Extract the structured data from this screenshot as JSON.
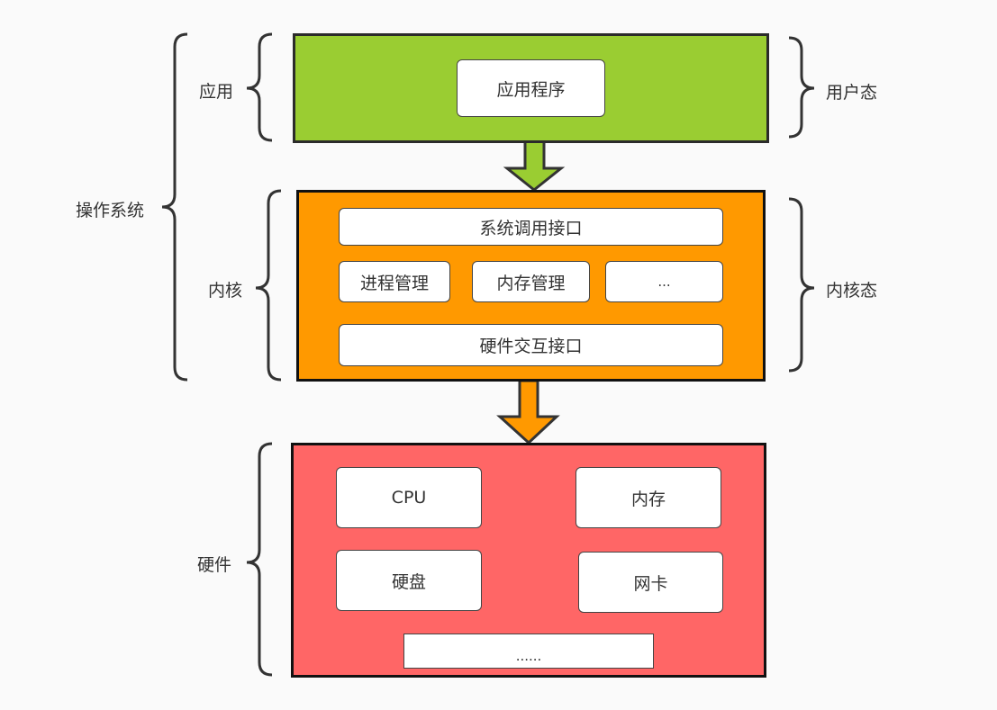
{
  "diagram": {
    "title": "操作系统层次结构",
    "colors": {
      "application_layer": "#9acd32",
      "kernel_layer": "#ff9900",
      "hardware_layer": "#ff6666",
      "box_fill": "#ffffff",
      "background": "#fafafa"
    },
    "left_labels": {
      "os": "操作系统",
      "application": "应用",
      "kernel": "内核",
      "hardware": "硬件"
    },
    "right_labels": {
      "user_mode": "用户态",
      "kernel_mode": "内核态"
    },
    "application_layer": {
      "items": [
        "应用程序"
      ]
    },
    "kernel_layer": {
      "syscall_interface": "系统调用接口",
      "modules": [
        "进程管理",
        "内存管理",
        "..."
      ],
      "hardware_interface": "硬件交互接口"
    },
    "hardware_layer": {
      "items": [
        "CPU",
        "内存",
        "硬盘",
        "网卡"
      ],
      "more": "......"
    },
    "edges": [
      {
        "from": "application_layer",
        "to": "kernel_layer"
      },
      {
        "from": "kernel_layer",
        "to": "hardware_layer"
      }
    ]
  }
}
